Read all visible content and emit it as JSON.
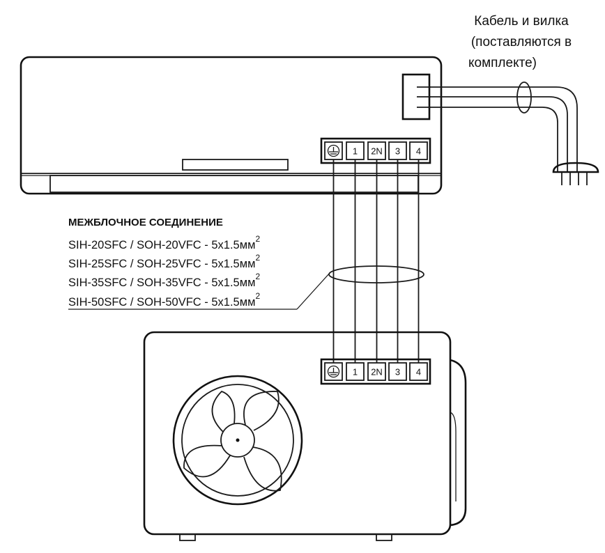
{
  "cable_label": [
    "Кабель и вилка",
    "(поставляются в",
    "комплекте)"
  ],
  "connection": {
    "title": "МЕЖБЛОЧНОЕ СОЕДИНЕНИЕ",
    "specs": [
      {
        "text": "SIH-20SFC / SOH-20VFC - 5x1.5мм",
        "sup": "2"
      },
      {
        "text": "SIH-25SFC / SOH-25VFC - 5x1.5мм",
        "sup": "2"
      },
      {
        "text": "SIH-35SFC / SOH-35VFC - 5x1.5мм",
        "sup": "2"
      },
      {
        "text": "SIH-50SFC / SOH-50VFC - 5x1.5мм",
        "sup": "2"
      }
    ]
  },
  "terminals": [
    "1",
    "2N",
    "3",
    "4"
  ],
  "ground_icon": "ground-terminal-icon",
  "fan_icon": "fan-blade-icon",
  "plug_icon": "power-plug-icon"
}
